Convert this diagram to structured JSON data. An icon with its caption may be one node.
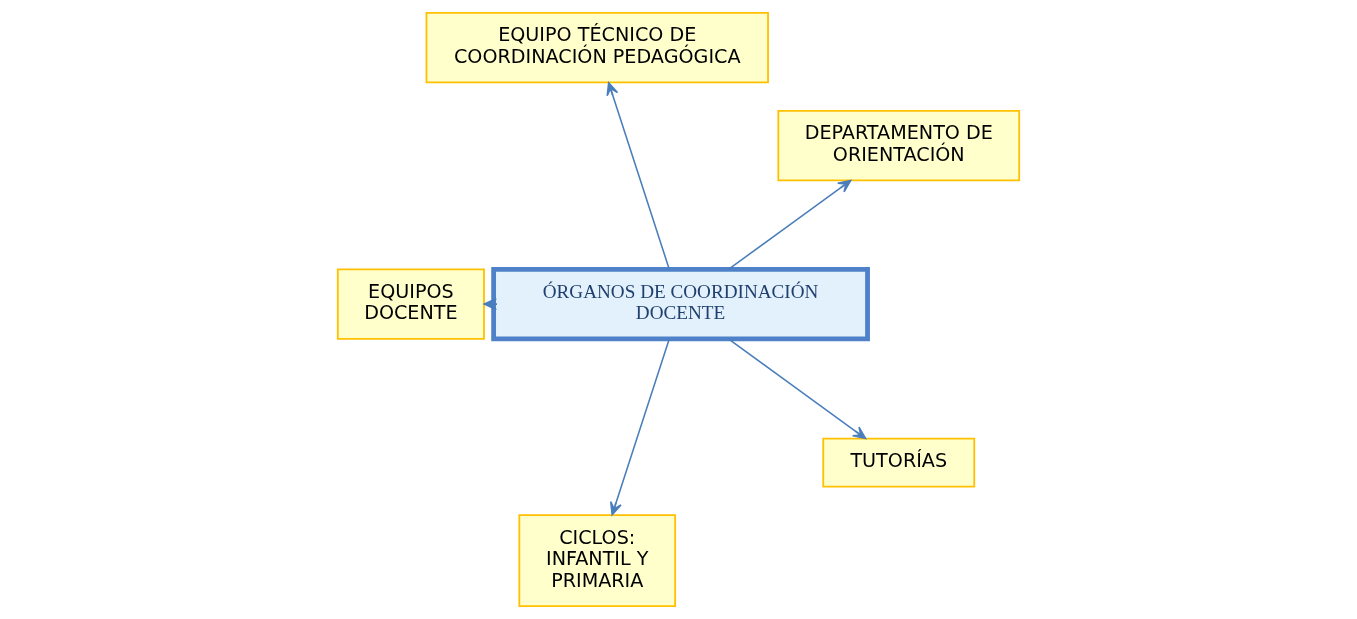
{
  "diagram": {
    "nodes": [
      {
        "text": [
          "DEPARTAMENTO DE ORIENTACIÓN"
        ]
      },
      {
        "text": [
          "EQUIPO TÉCNICO DE COORDINACIÓN PEDAGÓGICA"
        ]
      },
      {
        "text": [
          "EQUIPOS DOCENTE"
        ]
      },
      {
        "text": [
          "ÓRGANOS DE COORDINACIÓN DOCENTE"
        ]
      },
      {
        "text": [
          "CICLOS: INFANTIL Y PRIMARIA"
        ]
      },
      {
        "text": [
          "TUTORÍAS"
        ]
      }
    ],
    "edges": [
      {
        "from": 3,
        "to": 0,
        "arrow": "to"
      },
      {
        "from": 3,
        "to": 1,
        "arrow": "to"
      },
      {
        "from": 3,
        "to": 2,
        "arrow": "to"
      },
      {
        "from": 3,
        "to": 4,
        "arrow": "to"
      },
      {
        "from": 3,
        "to": 5,
        "arrow": "to"
      }
    ]
  }
}
